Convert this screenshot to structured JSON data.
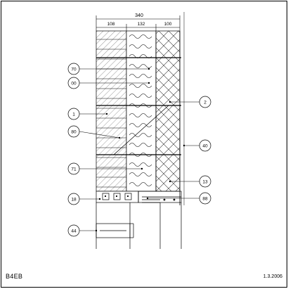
{
  "drawing": {
    "code": "B4EB",
    "date": "1.3.2006"
  },
  "dimensions": {
    "total": "340",
    "layers": [
      "108",
      "132",
      "100"
    ]
  },
  "callouts": [
    {
      "label": "70",
      "side": "left"
    },
    {
      "label": "00",
      "side": "left"
    },
    {
      "label": "1",
      "side": "left"
    },
    {
      "label": "80",
      "side": "left"
    },
    {
      "label": "71",
      "side": "left"
    },
    {
      "label": "18",
      "side": "left"
    },
    {
      "label": "44",
      "side": "left"
    },
    {
      "label": "2",
      "side": "right"
    },
    {
      "label": "40",
      "side": "right"
    },
    {
      "label": "13",
      "side": "right"
    },
    {
      "label": "88",
      "side": "right"
    }
  ]
}
